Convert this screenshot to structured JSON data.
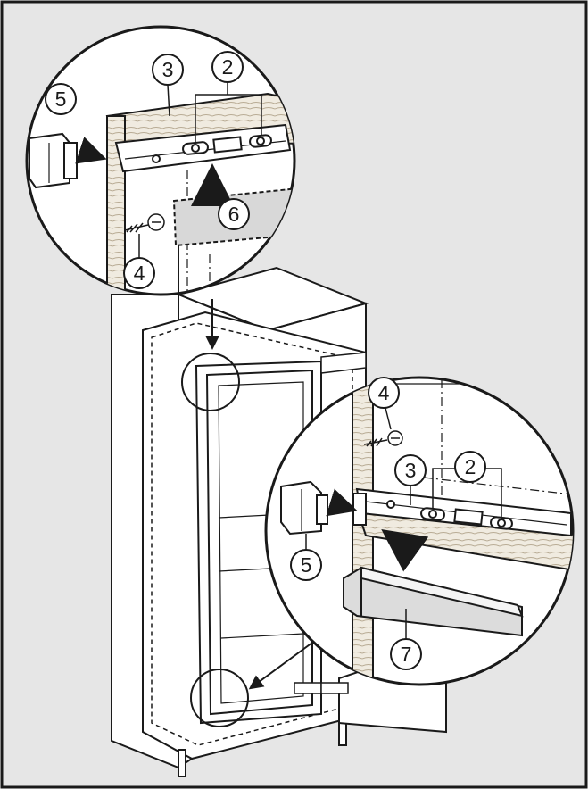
{
  "figure": {
    "background": "#ffffff",
    "panel_fill": "#e6e6e6",
    "line_color": "#1a1a1a",
    "parts": {
      "hinge_bracket": "3",
      "hinge_screws": "2",
      "cover_cap": "5",
      "fixing_screw": "4",
      "spacer_plate": "6",
      "trim_strip": "7"
    }
  }
}
